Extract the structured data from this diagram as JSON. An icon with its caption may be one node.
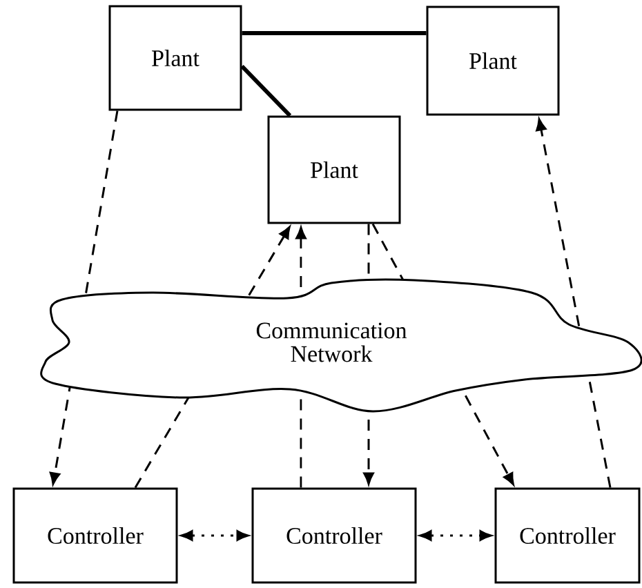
{
  "diagram": {
    "nodes": [
      {
        "text": [
          "Plant"
        ]
      },
      {
        "text": [
          "Plant"
        ]
      },
      {
        "text": [
          "Plant"
        ]
      },
      {
        "text": [
          "Communication Network"
        ]
      },
      {
        "text": [
          "Controller"
        ]
      },
      {
        "text": [
          "Controller"
        ]
      },
      {
        "text": [
          "Controller"
        ]
      }
    ],
    "edges": [
      {
        "from": 0,
        "to": 1,
        "arrow": "none",
        "style": "thick"
      },
      {
        "from": 0,
        "to": 2,
        "arrow": "none",
        "style": "thick"
      },
      {
        "from": 0,
        "to": 3,
        "arrow": "none",
        "style": "dashed"
      },
      {
        "from": 3,
        "to": 4,
        "arrow": "to",
        "style": "dashed"
      },
      {
        "from": 4,
        "to": 3,
        "arrow": "none",
        "style": "dashed"
      },
      {
        "from": 3,
        "to": 2,
        "arrow": "to",
        "style": "dashed"
      },
      {
        "from": 5,
        "to": 3,
        "arrow": "none",
        "style": "dashed"
      },
      {
        "from": 3,
        "to": 2,
        "arrow": "to",
        "style": "dashed"
      },
      {
        "from": 2,
        "to": 3,
        "arrow": "none",
        "style": "dashed"
      },
      {
        "from": 3,
        "to": 5,
        "arrow": "to",
        "style": "dashed"
      },
      {
        "from": 2,
        "to": 3,
        "arrow": "none",
        "style": "dashed"
      },
      {
        "from": 3,
        "to": 6,
        "arrow": "to",
        "style": "dashed"
      },
      {
        "from": 6,
        "to": 3,
        "arrow": "none",
        "style": "dashed"
      },
      {
        "from": 3,
        "to": 1,
        "arrow": "to",
        "style": "dashed"
      },
      {
        "from": 4,
        "to": 5,
        "arrow": "both",
        "style": "dashed"
      },
      {
        "from": 5,
        "to": 6,
        "arrow": "both",
        "style": "dashed"
      }
    ]
  }
}
